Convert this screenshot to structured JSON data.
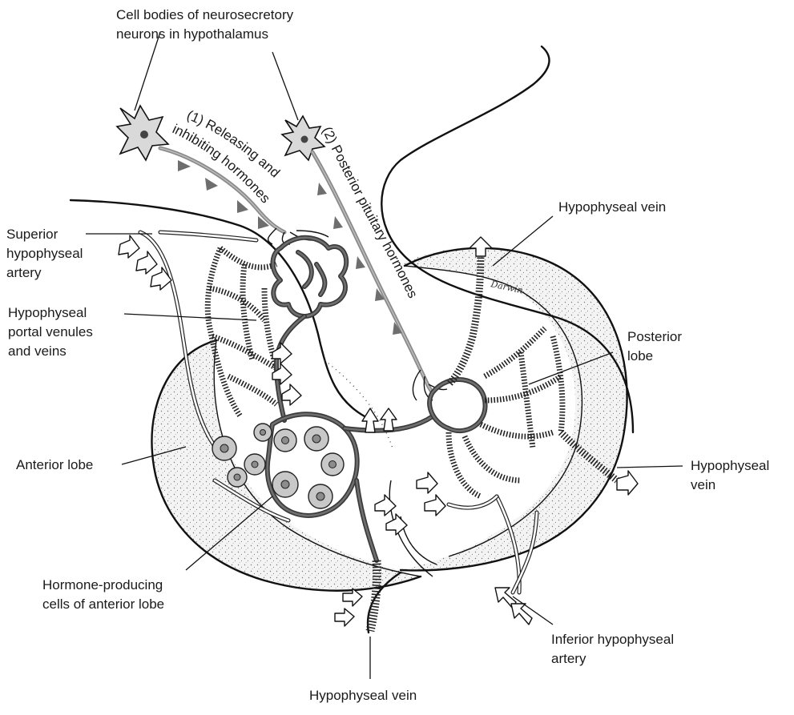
{
  "labels": {
    "cell_bodies_line1": "Cell bodies of neurosecretory",
    "cell_bodies_line2": "neurons in hypothalamus",
    "releasing_line1": "(1) Releasing and",
    "releasing_line2": "inhibiting hormones",
    "posterior_pituitary": "(2) Posterior pituitary hormones",
    "hypophyseal_vein_top": "Hypophyseal vein",
    "superior_line1": "Superior",
    "superior_line2": "hypophyseal",
    "superior_line3": "artery",
    "portal_line1": "Hypophyseal",
    "portal_line2": "portal venules",
    "portal_line3": "and veins",
    "posterior_lobe_line1": "Posterior",
    "posterior_lobe_line2": "lobe",
    "anterior_lobe": "Anterior lobe",
    "hypophyseal_vein_right_line1": "Hypophyseal",
    "hypophyseal_vein_right_line2": "vein",
    "hormone_cells_line1": "Hormone-producing",
    "hormone_cells_line2": "cells of anterior lobe",
    "inferior_line1": "Inferior hypophyseal",
    "inferior_line2": "artery",
    "hypophyseal_vein_bottom": "Hypophyseal vein",
    "signature": "Darwin"
  }
}
